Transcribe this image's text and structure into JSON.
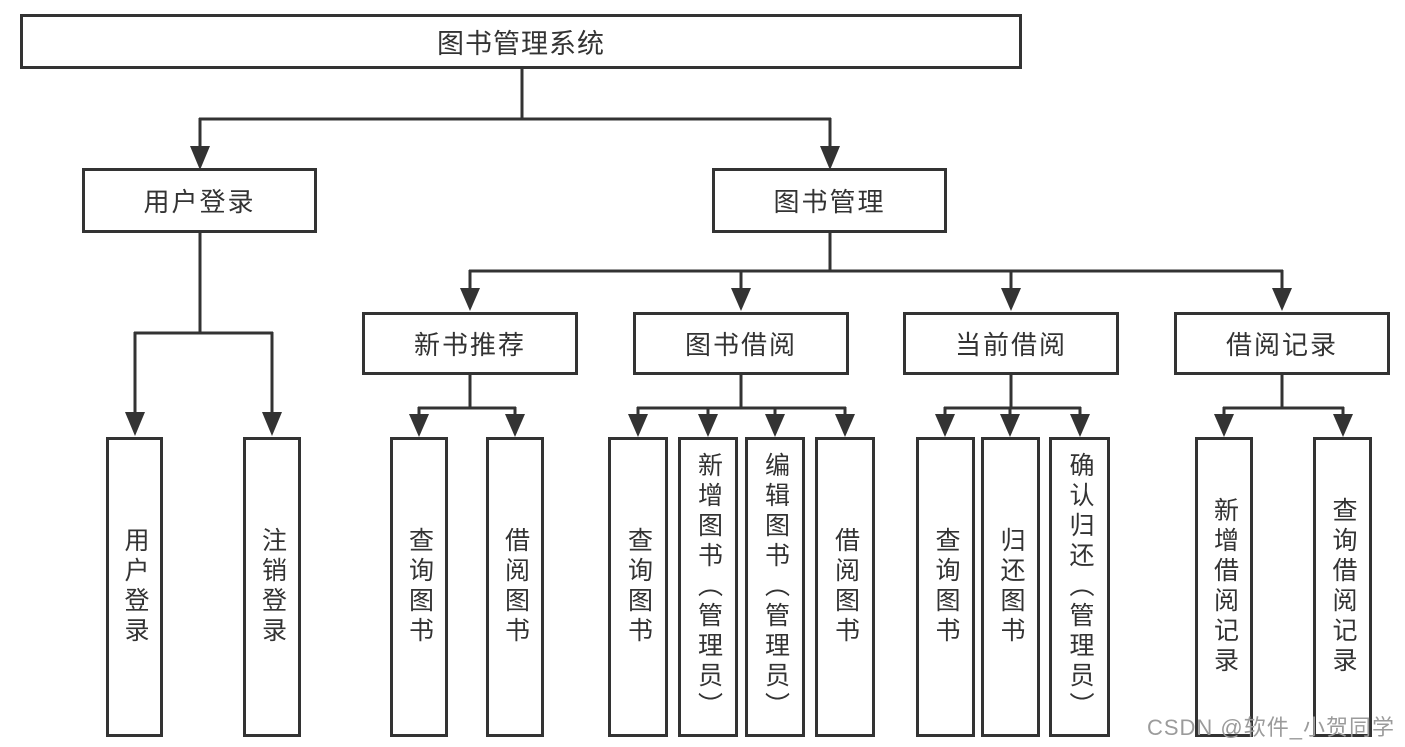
{
  "tree": {
    "label": "图书管理系统",
    "children": [
      {
        "label": "用户登录",
        "children": [
          {
            "label": "用户登录"
          },
          {
            "label": "注销登录"
          }
        ]
      },
      {
        "label": "图书管理",
        "children": [
          {
            "label": "新书推荐",
            "children": [
              {
                "label": "查询图书"
              },
              {
                "label": "借阅图书"
              }
            ]
          },
          {
            "label": "图书借阅",
            "children": [
              {
                "label": "查询图书"
              },
              {
                "label": "新增图书（管理员）"
              },
              {
                "label": "编辑图书（管理员）"
              },
              {
                "label": "借阅图书"
              }
            ]
          },
          {
            "label": "当前借阅",
            "children": [
              {
                "label": "查询图书"
              },
              {
                "label": "归还图书"
              },
              {
                "label": "确认归还（管理员）"
              }
            ]
          },
          {
            "label": "借阅记录",
            "children": [
              {
                "label": "新增借阅记录"
              },
              {
                "label": "查询借阅记录"
              }
            ]
          }
        ]
      }
    ]
  },
  "watermark": {
    "text": "CSDN @软件_小贺同学"
  },
  "colors": {
    "line": "#333333",
    "text": "#333333",
    "box_background": "#ffffff",
    "watermark": "#9b9b9b",
    "background": "#ffffff"
  }
}
